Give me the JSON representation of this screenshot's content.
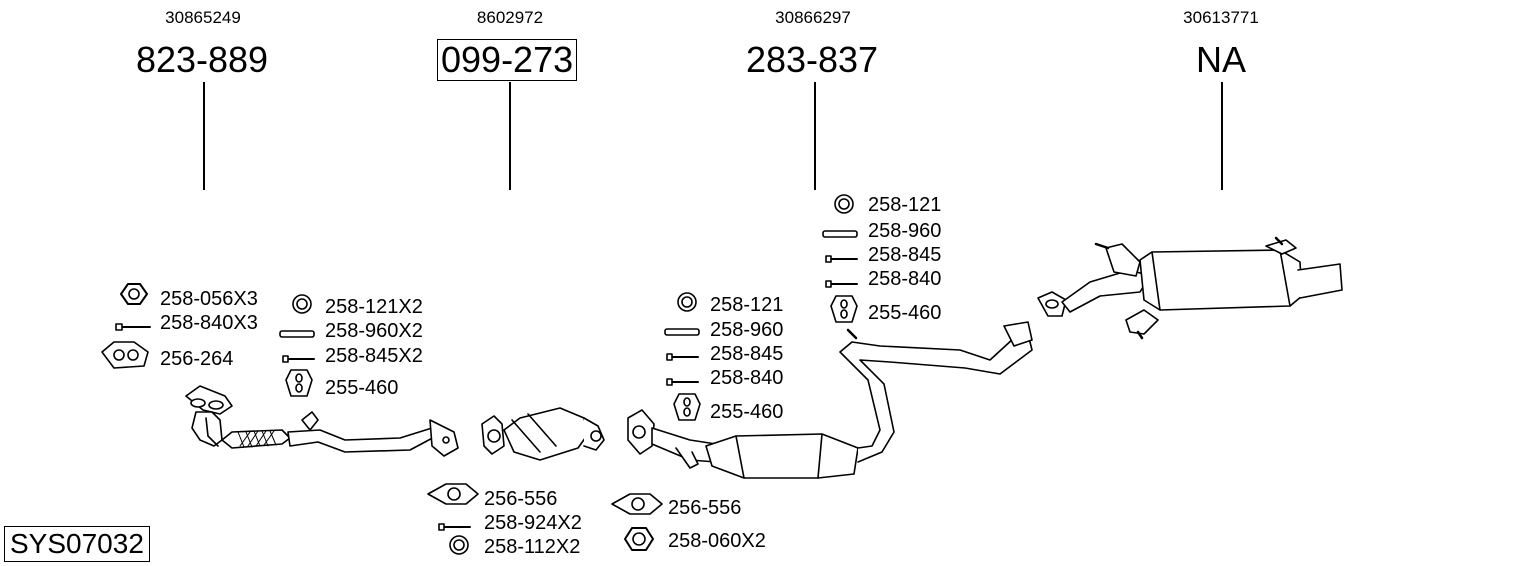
{
  "system_code": "SYS07032",
  "columns": [
    {
      "oem": "30865249",
      "part": "823-889",
      "boxed": false
    },
    {
      "oem": "8602972",
      "part": "099-273",
      "boxed": true
    },
    {
      "oem": "30866297",
      "part": "283-837",
      "boxed": false
    },
    {
      "oem": "30613771",
      "part": "NA",
      "boxed": false
    }
  ],
  "hardware": {
    "g1": [
      "258-056X3",
      "258-840X3",
      "256-264"
    ],
    "g2": [
      "258-121X2",
      "258-960X2",
      "258-845X2",
      "255-460"
    ],
    "g3": [
      "258-121",
      "258-960",
      "258-845",
      "258-840",
      "255-460"
    ],
    "g4": [
      "258-121",
      "258-960",
      "258-845",
      "258-840",
      "255-460"
    ],
    "g5": [
      "256-556",
      "258-924X2",
      "258-112X2"
    ],
    "g6": [
      "256-556",
      "258-060X2"
    ]
  }
}
